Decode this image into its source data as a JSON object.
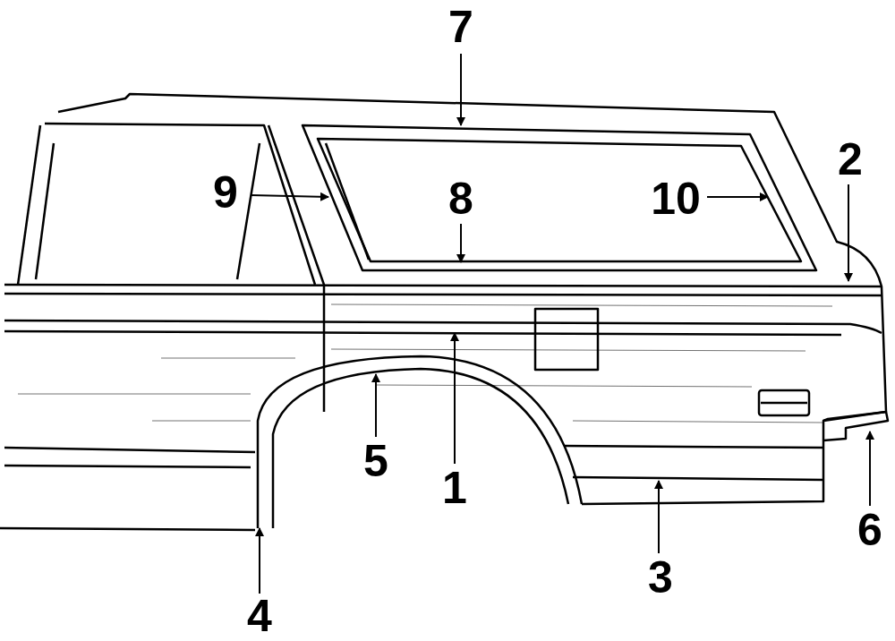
{
  "diagram": {
    "labels": [
      "7",
      "2",
      "9",
      "8",
      "10",
      "5",
      "1",
      "6",
      "3",
      "4"
    ]
  }
}
